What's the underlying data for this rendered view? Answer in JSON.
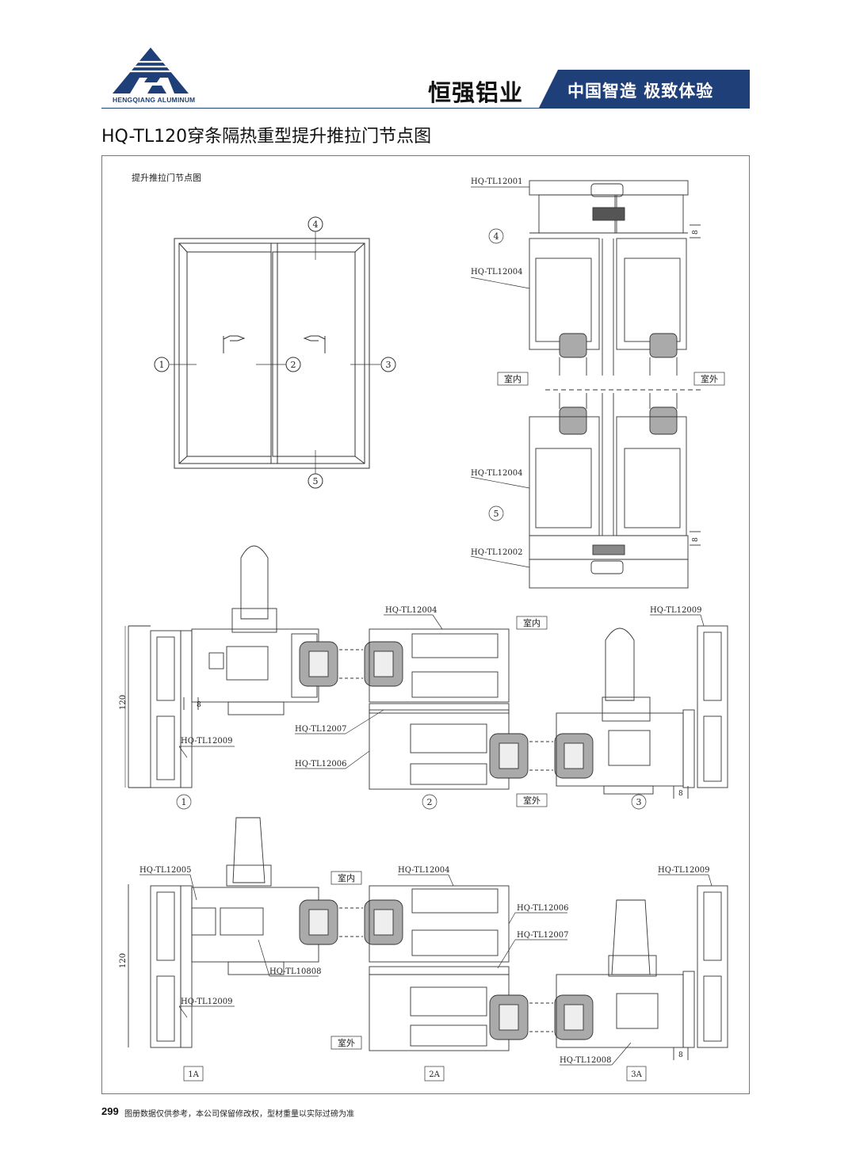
{
  "header": {
    "logo_text": "HENGQIANG ALUMINUM",
    "brand": "恒强铝业",
    "slogan": "中国智造 极致体验",
    "brand_color": "#1f3f78"
  },
  "page_title": "HQ-TL120穿条隔热重型提升推拉门节点图",
  "drawing": {
    "elevation_label": "提升推拉门节点图",
    "markers": [
      "1",
      "2",
      "3",
      "4",
      "5"
    ],
    "section_labels": [
      "1",
      "2",
      "3",
      "1A",
      "2A",
      "3A"
    ],
    "indoor": "室内",
    "outdoor": "室外",
    "dim_8": "8",
    "dim_120": "120",
    "parts": {
      "p12001": "HQ-TL12001",
      "p12002": "HQ-TL12002",
      "p12004": "HQ-TL12004",
      "p12005": "HQ-TL12005",
      "p12006": "HQ-TL12006",
      "p12007": "HQ-TL12007",
      "p12008": "HQ-TL12008",
      "p12009": "HQ-TL12009",
      "p10808": "HQ-TL10808"
    }
  },
  "footer": {
    "page_number": "299",
    "note": "图册数据仅供参考，本公司保留修改权，型材重量以实际过磅为准"
  }
}
